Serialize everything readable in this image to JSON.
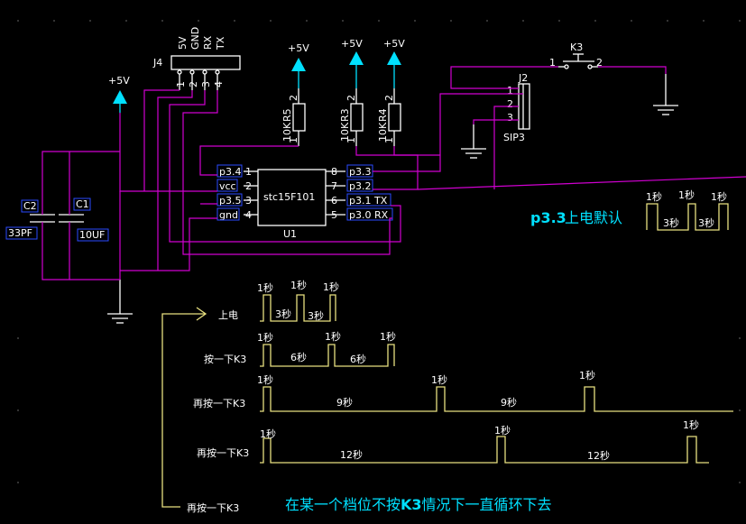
{
  "schematic": {
    "connector_j4": "J4",
    "j4_pins": [
      "5V",
      "GND",
      "RX",
      "TX"
    ],
    "j4_pin_numbers": [
      "1",
      "2",
      "3",
      "4"
    ],
    "power_label": "+5V",
    "resistors": [
      {
        "name": "R5",
        "value": "10K",
        "pin_top": "2",
        "pin_bottom": "1"
      },
      {
        "name": "R3",
        "value": "10K",
        "pin_top": "2",
        "pin_bottom": "1"
      },
      {
        "name": "R4",
        "value": "10K",
        "pin_top": "2",
        "pin_bottom": "1"
      }
    ],
    "switch": {
      "name": "K3",
      "pin1": "1",
      "pin2": "2"
    },
    "connector_j2": {
      "name": "J2",
      "type": "SIP3",
      "pins": [
        "1",
        "2",
        "3"
      ]
    },
    "chip": {
      "name": "stc15F101",
      "ref": "U1",
      "left_pins": [
        {
          "label": "p3.4",
          "num": "1"
        },
        {
          "label": "vcc",
          "num": "2"
        },
        {
          "label": "p3.5",
          "num": "3"
        },
        {
          "label": "gnd",
          "num": "4"
        }
      ],
      "right_pins": [
        {
          "label": "p3.3",
          "num": "8"
        },
        {
          "label": "p3.2",
          "num": "7"
        },
        {
          "label": "p3.1 TX",
          "num": "6"
        },
        {
          "label": "p3.0 RX",
          "num": "5"
        }
      ]
    },
    "capacitors": [
      {
        "name": "C2",
        "value": "33PF"
      },
      {
        "name": "C1",
        "value": "10UF"
      }
    ]
  },
  "default_note": {
    "text_bold": "p3.3",
    "text_rest": "上电默认",
    "pulse_label": "1秒",
    "gap_label": "3秒"
  },
  "modes": [
    {
      "label": "上电",
      "pulse": "1秒",
      "gap": "3秒"
    },
    {
      "label": "按一下K3",
      "pulse": "1秒",
      "gap": "6秒"
    },
    {
      "label": "再按一下K3",
      "pulse": "1秒",
      "gap": "9秒"
    },
    {
      "label": "再按一下K3",
      "pulse": "1秒",
      "gap": "12秒"
    },
    {
      "label": "再按一下K3"
    }
  ],
  "footer_note": {
    "part1": "在某一个档位不按",
    "part_bold": "K3",
    "part2": "情况下一直循环下去"
  },
  "colors": {
    "wire": "#d000d0",
    "power": "#00e0ff",
    "wave": "#e8e080",
    "label_box": "#2a4aff"
  }
}
